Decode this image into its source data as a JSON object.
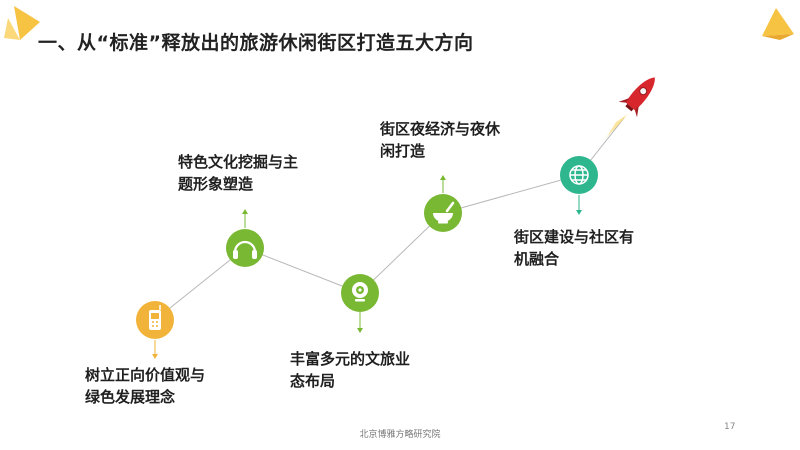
{
  "slide": {
    "title": "一、从“标准”释放出的旅游休闲街区打造五大方向",
    "footer": "北京博雅方略研究院",
    "page_number": "17",
    "colors": {
      "yellow": "#F2B33A",
      "green": "#79B833",
      "teal": "#2EB68E",
      "connector": "#B8B8B8",
      "rocket": "#D7262C"
    },
    "directions": [
      {
        "icon": "mobile-phone-icon",
        "label_line1": "树立正向价值观与",
        "label_line2": "绿色发展理念"
      },
      {
        "icon": "headphones-icon",
        "label_line1": "特色文化挖掘与主",
        "label_line2": "题形象塑造"
      },
      {
        "icon": "webcam-icon",
        "label_line1": "丰富多元的文旅业",
        "label_line2": "态布局"
      },
      {
        "icon": "mortar-pestle-icon",
        "label_line1": "街区夜经济与夜休",
        "label_line2": "闲打造"
      },
      {
        "icon": "globe-icon",
        "label_line1": "街区建设与社区有",
        "label_line2": "机融合"
      }
    ]
  }
}
